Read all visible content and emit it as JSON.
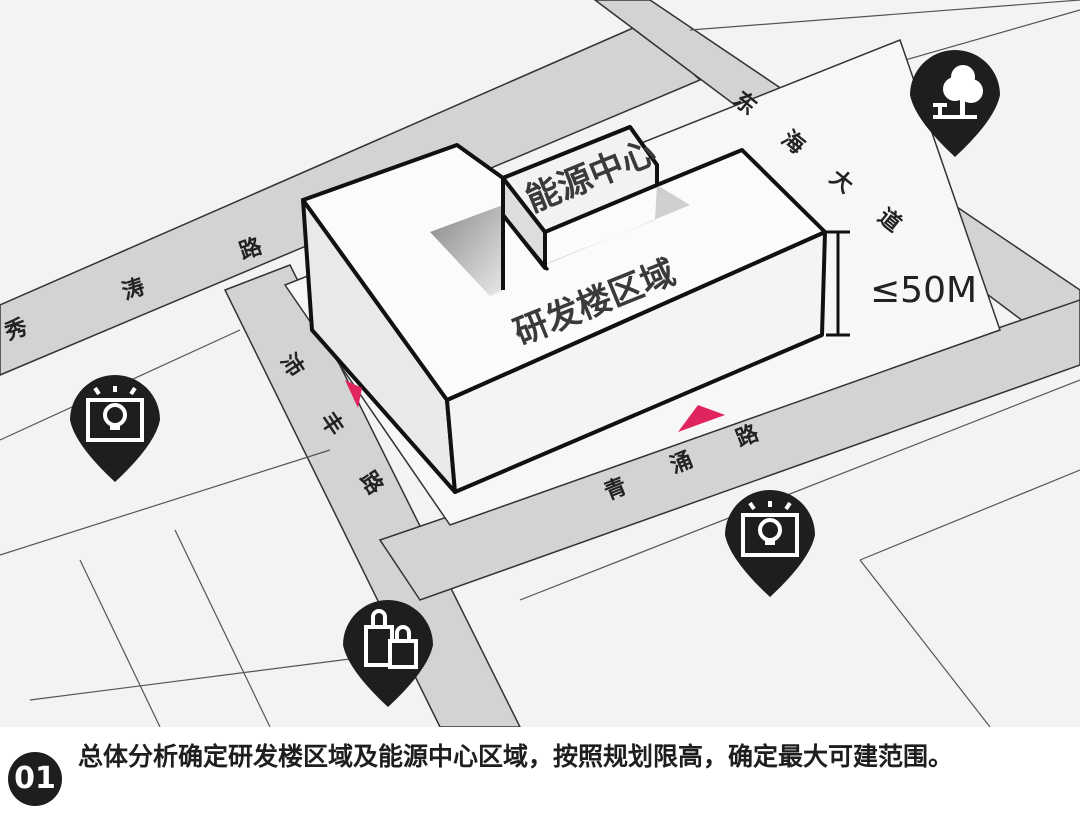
{
  "roads": {
    "north_west": "秀涛路",
    "north_east": "东海大道",
    "west": "沛丰路",
    "south": "青涌路"
  },
  "buildings": {
    "main": "研发楼区域",
    "energy": "能源中心"
  },
  "height_limit": "≤50M",
  "pins": [
    {
      "icon": "tree-park-icon"
    },
    {
      "icon": "lightbulb-blueprint-icon"
    },
    {
      "icon": "lightbulb-blueprint-icon"
    },
    {
      "icon": "shopping-bag-icon"
    }
  ],
  "colors": {
    "accent": "#e0245e",
    "road": "#d3d3d3",
    "ground": "#f3f3f3",
    "pin": "#1e1e1e"
  },
  "caption": {
    "number": "01",
    "text": "总体分析确定研发楼区域及能源中心区域，按照规划限高，确定最大可建范围。"
  }
}
